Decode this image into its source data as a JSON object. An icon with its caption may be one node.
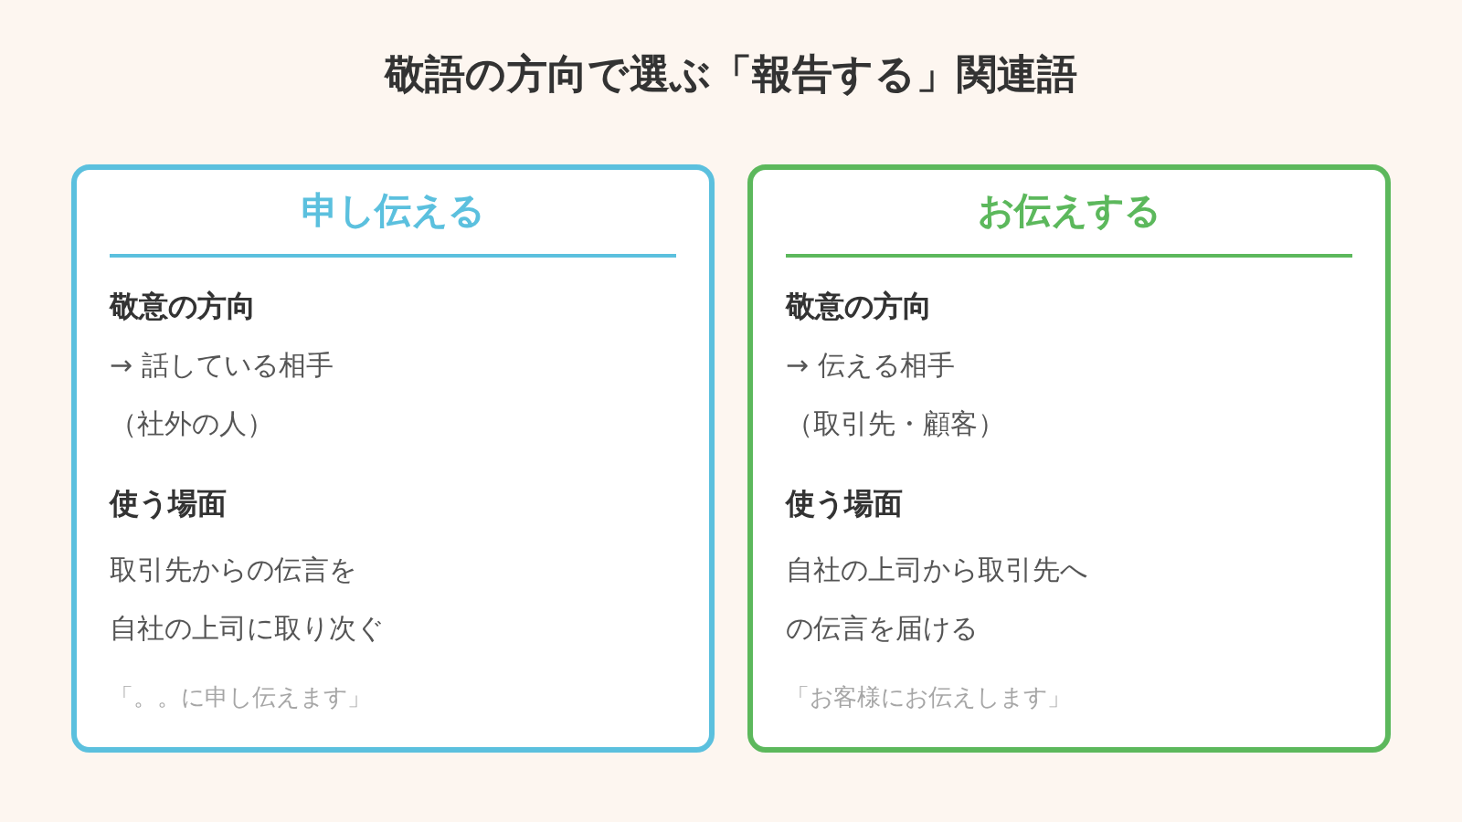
{
  "diagram": {
    "title": "敬語の方向で選ぶ「報告する」関連語",
    "nodes": [
      {
        "text": [
          "申し伝える",
          "敬意の方向",
          "→ 話している相手",
          "（社外の人）",
          "使う場面",
          "取引先からの伝言を",
          "自社の上司に取り次ぐ",
          "「。。に申し伝えます」"
        ]
      },
      {
        "text": [
          "お伝えする",
          "敬意の方向",
          "→ 伝える相手",
          "（取引先・顧客）",
          "使う場面",
          "自社の上司から取引先へ",
          "の伝言を届ける",
          "「お客様にお伝えします」"
        ]
      }
    ]
  }
}
